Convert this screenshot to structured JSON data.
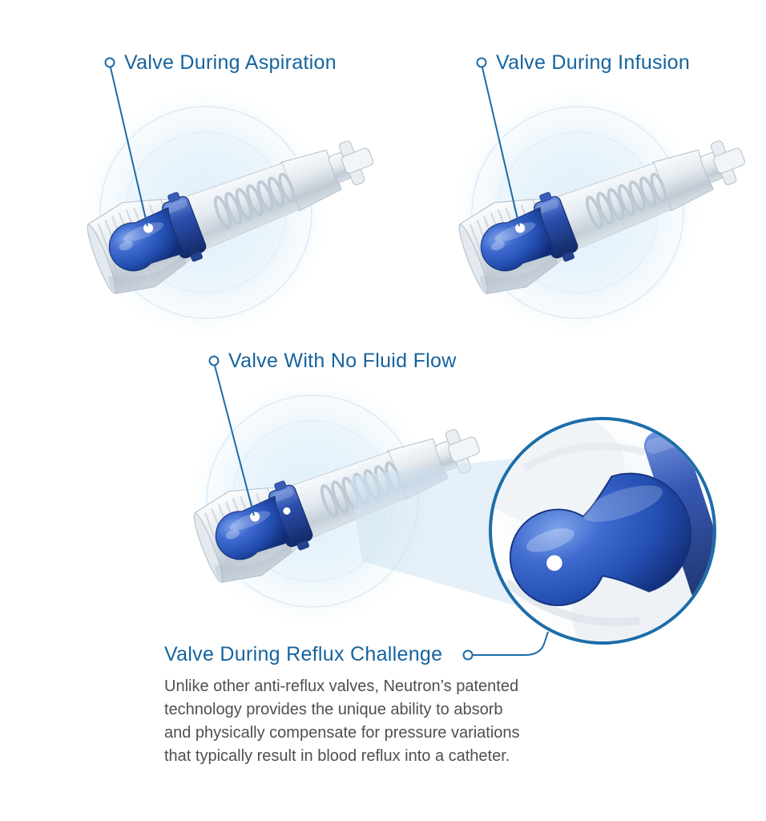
{
  "diagram": {
    "labels": {
      "aspiration": "Valve During Aspiration",
      "infusion": "Valve During Infusion",
      "no_flow": "Valve With No Fluid Flow",
      "reflux": "Valve During Reflux Challenge"
    },
    "description_lines": [
      "Unlike other anti-reflux valves, Neutron’s patented",
      "technology provides the unique ability to absorb",
      "and physically compensate for pressure variations",
      "that typically result in blood reflux into a catheter."
    ],
    "illustrations": [
      {
        "id": "aspiration-valve",
        "caption": "Valve During Aspiration"
      },
      {
        "id": "infusion-valve",
        "caption": "Valve During Infusion"
      },
      {
        "id": "no-fluid-flow-valve",
        "caption": "Valve With No Fluid Flow"
      },
      {
        "id": "reflux-challenge-inset",
        "caption": "Valve During Reflux Challenge"
      }
    ],
    "colors": {
      "background": "#ffffff",
      "label_blue": "#15639e",
      "leader_blue": "#1e6ca6",
      "inset_ring_blue": "#1d6da9",
      "valve_blue": "#2450b4",
      "valve_blue_dark": "#122c75",
      "housing_gray": "#c9d3dc",
      "glow_blue": "#ddeefa",
      "beam_blue": "#cfe4f3",
      "body_text": "#4f4f4f"
    }
  }
}
